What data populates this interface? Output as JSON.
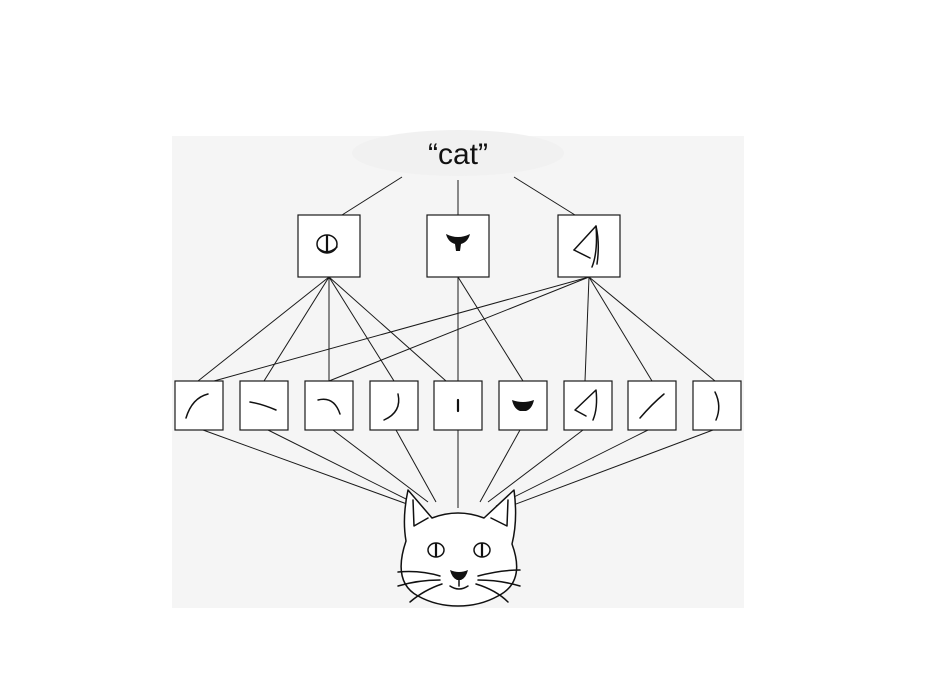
{
  "top_label": "“cat”",
  "top_label_background": "#f1f1f1",
  "panel_background": "#f5f5f5",
  "line_color": "#1a1a1a",
  "layers": {
    "parts": [
      "eye",
      "nose",
      "ear"
    ],
    "features": [
      "curve-up",
      "curve-flat",
      "curve-arch",
      "curve-hook",
      "vertical-dash",
      "nose-blob",
      "ear-shape",
      "diagonal-line",
      "vertical-arc"
    ],
    "input": "cat-face"
  }
}
